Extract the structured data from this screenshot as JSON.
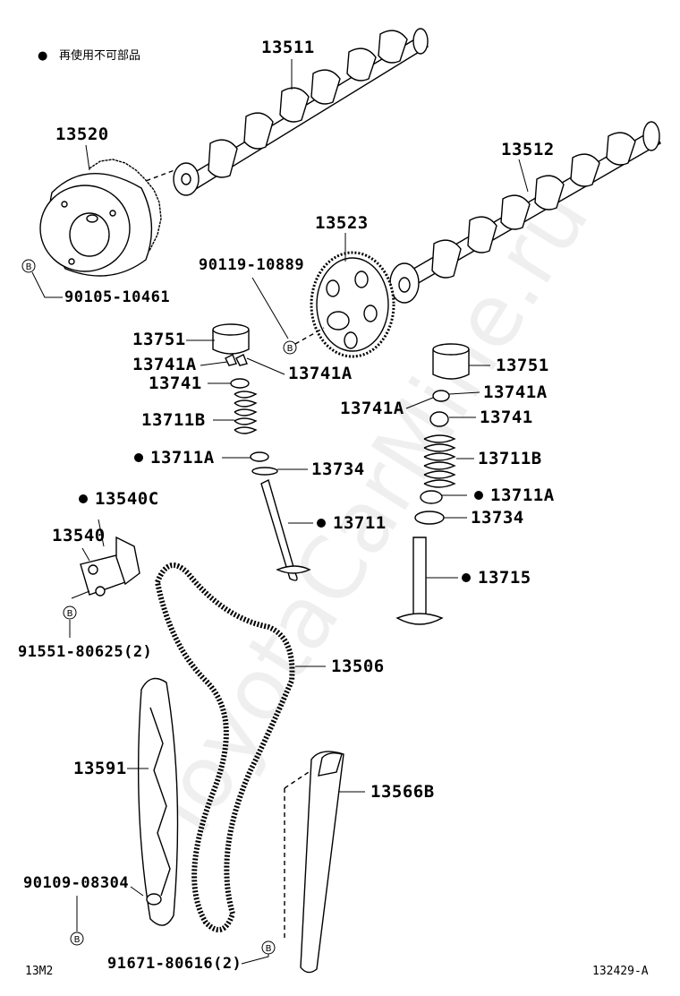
{
  "legend": {
    "marker": "●",
    "text": "再使用不可部品"
  },
  "parts": {
    "p13511": "13511",
    "p13520": "13520",
    "p13512": "13512",
    "p13523": "13523",
    "p90119": "90119-10889",
    "p90105": "90105-10461",
    "p13751_l": "13751",
    "p13741a_l1": "13741A",
    "p13741a_l2": "13741A",
    "p13741_l": "13741",
    "p13711b_l": "13711B",
    "p13711a_l": "13711A",
    "p13734_l": "13734",
    "p13711": "13711",
    "p13751_r": "13751",
    "p13741a_r1": "13741A",
    "p13741a_r2": "13741A",
    "p13741_r": "13741",
    "p13711b_r": "13711B",
    "p13711a_r": "13711A",
    "p13734_r": "13734",
    "p13715": "13715",
    "p13540c": "13540C",
    "p13540": "13540",
    "p91551": "91551-80625(2)",
    "p13506": "13506",
    "p13591": "13591",
    "p13566b": "13566B",
    "p90109": "90109-08304",
    "p91671": "91671-80616(2)"
  },
  "bolt_marker": "B",
  "footer": {
    "left": "13M2",
    "right": "132429-A"
  },
  "watermark": "ToyotaCarMine.ru"
}
